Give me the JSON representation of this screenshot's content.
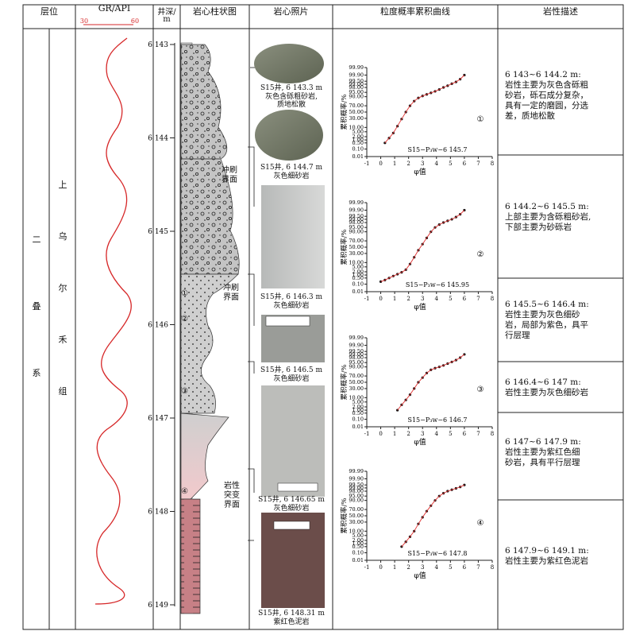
{
  "headers": {
    "layer": "层位",
    "gr": "GR/API",
    "gr_min": "30",
    "gr_max": "60",
    "depth_line1": "井深/",
    "depth_line2": "m",
    "column": "岩心柱状图",
    "photo": "岩心照片",
    "curve": "粒度概率累积曲线",
    "lith": "岩性描述"
  },
  "strat": {
    "system": [
      "二",
      "叠",
      "系"
    ],
    "formation": [
      "上",
      "乌",
      "尔",
      "禾",
      "组"
    ]
  },
  "depth_ticks": [
    "6 143",
    "6 144",
    "6 145",
    "6 146",
    "6 147",
    "6 148",
    "6 149"
  ],
  "column_labels": {
    "scour1": [
      "冲刷",
      "界面"
    ],
    "scour2": [
      "冲刷",
      "界面"
    ],
    "mutation": [
      "岩性",
      "突变",
      "界面"
    ]
  },
  "column_markers": [
    "①",
    "②",
    "③",
    "④"
  ],
  "photos": [
    {
      "caption": [
        "S15井, 6 143.3 m",
        "灰色含砾粗砂岩,",
        "质地松散"
      ]
    },
    {
      "caption": [
        "S15井, 6 144.7 m",
        "灰色细砂岩"
      ]
    },
    {
      "caption": [
        "S15井, 6 146.3 m",
        "灰色细砂岩"
      ]
    },
    {
      "caption": [
        "S15井, 6 146.5 m",
        "灰色细砂岩"
      ]
    },
    {
      "caption": [
        "S15井, 6 146.65 m",
        "灰色细砂岩"
      ]
    },
    {
      "caption": [
        "S15井, 6 148.31 m",
        "紫红色泥岩"
      ]
    }
  ],
  "chart_data": [
    {
      "type": "scatter",
      "label": "S15−P₃w−6 145.7",
      "marker": "①",
      "xlabel": "φ值",
      "ylabel": "累积概率/%",
      "x": [
        0.3,
        0.6,
        0.9,
        1.2,
        1.5,
        1.8,
        2.1,
        2.4,
        2.7,
        3.0,
        3.3,
        3.6,
        3.9,
        4.2,
        4.5,
        4.8,
        5.1,
        5.4,
        5.7,
        6.0
      ],
      "y": [
        0.5,
        1.5,
        4,
        12,
        28,
        50,
        70,
        82,
        88,
        91,
        93,
        94.5,
        95.8,
        97,
        98,
        98.6,
        99.1,
        99.4,
        99.7,
        99.9
      ]
    },
    {
      "type": "scatter",
      "label": "S15−P₃w−6 145.95",
      "marker": "②",
      "xlabel": "φ值",
      "ylabel": "累积概率/%",
      "x": [
        0.0,
        0.3,
        0.6,
        0.9,
        1.2,
        1.5,
        1.8,
        2.1,
        2.4,
        2.7,
        3.0,
        3.3,
        3.6,
        3.9,
        4.2,
        4.5,
        4.8,
        5.1,
        5.4,
        5.7,
        6.0
      ],
      "y": [
        0.2,
        0.3,
        0.5,
        0.8,
        1.2,
        1.8,
        3,
        8,
        20,
        40,
        60,
        78,
        90,
        95,
        97,
        98,
        98.6,
        99,
        99.4,
        99.7,
        99.9
      ]
    },
    {
      "type": "scatter",
      "label": "S15−P₃w−6 146.7",
      "marker": "③",
      "xlabel": "φ值",
      "ylabel": "累积概率/%",
      "x": [
        1.2,
        1.5,
        1.8,
        2.1,
        2.4,
        2.7,
        3.0,
        3.3,
        3.6,
        3.9,
        4.2,
        4.5,
        4.8,
        5.1,
        5.4,
        5.7,
        6.0
      ],
      "y": [
        1,
        3,
        7,
        15,
        30,
        50,
        65,
        78,
        85,
        88,
        90,
        92,
        94,
        95.5,
        96.8,
        98,
        99
      ]
    },
    {
      "type": "scatter",
      "label": "S15−P₃w−6 147.8",
      "marker": "④",
      "xlabel": "φ值",
      "ylabel": "累积概率/%",
      "x": [
        1.5,
        1.8,
        2.1,
        2.4,
        2.7,
        3.0,
        3.3,
        3.6,
        3.9,
        4.2,
        4.5,
        4.8,
        5.1,
        5.4,
        5.7,
        6.0
      ],
      "y": [
        0.5,
        1.5,
        4,
        10,
        25,
        45,
        65,
        80,
        90,
        95,
        97,
        98,
        98.5,
        98.9,
        99.2,
        99.5
      ]
    }
  ],
  "chart_axis": {
    "x_ticks": [
      "-1",
      "0",
      "1",
      "2",
      "3",
      "4",
      "5",
      "6",
      "7",
      "8"
    ],
    "y_ticks": [
      "99.99",
      "99.90",
      "99.50",
      "99.00",
      "98.00",
      "95.00",
      "90.00",
      "70.00",
      "50.00",
      "30.00",
      "10.00",
      "5.00",
      "2.00",
      "1.00",
      "0.50",
      "0.10",
      "0.01"
    ]
  },
  "descriptions": [
    {
      "range": "6 143~6 144.2 m:",
      "text": [
        "岩性主要为灰色含砾粗",
        "砂岩，砾石成分复杂，",
        "具有一定的磨圆，分选",
        "差，质地松散"
      ]
    },
    {
      "range": "6 144.2~6 145.5 m:",
      "text": [
        "上部主要为含砾粗砂岩,",
        "下部主要为砂砾岩"
      ]
    },
    {
      "range": "6 145.5~6 146.4 m:",
      "text": [
        "岩性主要为灰色细砂",
        "岩，局部为紫色，具平",
        "行层理"
      ]
    },
    {
      "range": "6 146.4~6 147 m:",
      "text": [
        "岩性主要为灰色细砂岩"
      ]
    },
    {
      "range": "6 147~6 147.9 m:",
      "text": [
        "岩性主要为紫红色细",
        "砂岩，具有平行层理"
      ]
    },
    {
      "range": "6 147.9~6 149.1 m:",
      "text": [
        "岩性主要为紫红色泥岩"
      ]
    }
  ]
}
